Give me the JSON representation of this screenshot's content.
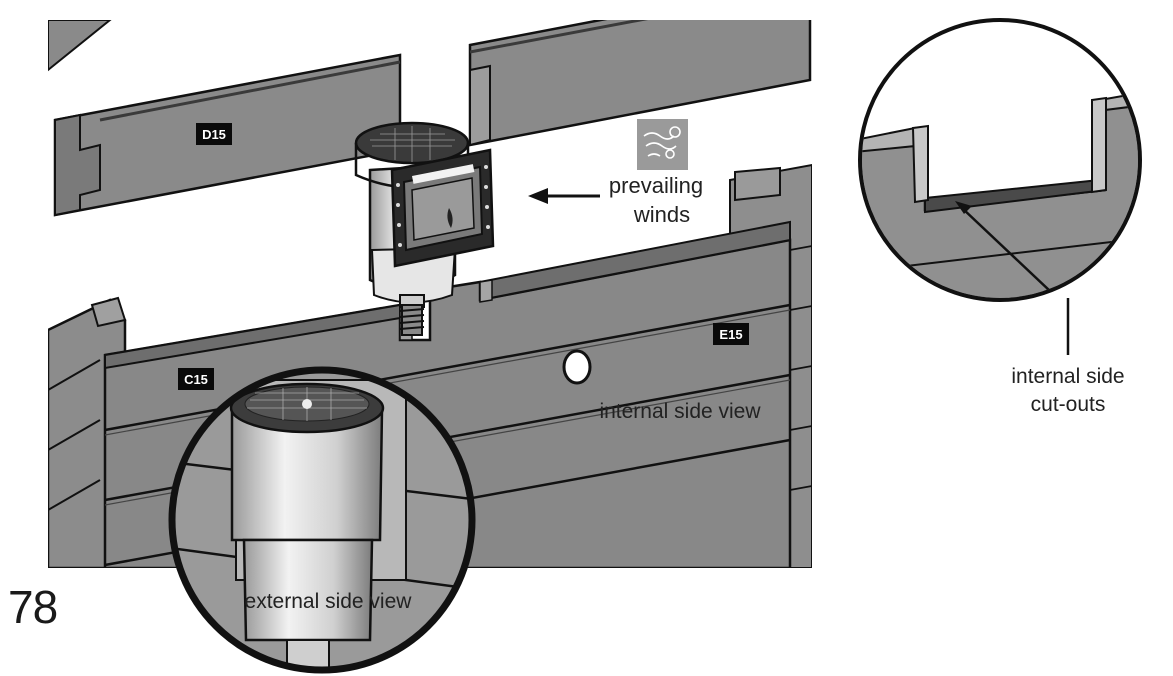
{
  "labels": {
    "d15": "D15",
    "c15": "C15",
    "e15": "E15",
    "prevailing_line1": "prevailing",
    "prevailing_line2": "winds",
    "internal_side_view": "internal side view",
    "external_side_view": "external side view",
    "cutouts_line1": "internal side",
    "cutouts_line2": "cut-outs"
  },
  "page_number": "78",
  "icons": {
    "wind": "wind-icon"
  },
  "colors": {
    "panel_light": "#8c8c8c",
    "panel_mid": "#767676",
    "panel_dark": "#5a5a5a",
    "outline": "#111111",
    "tag_bg": "#0a0a0a"
  }
}
